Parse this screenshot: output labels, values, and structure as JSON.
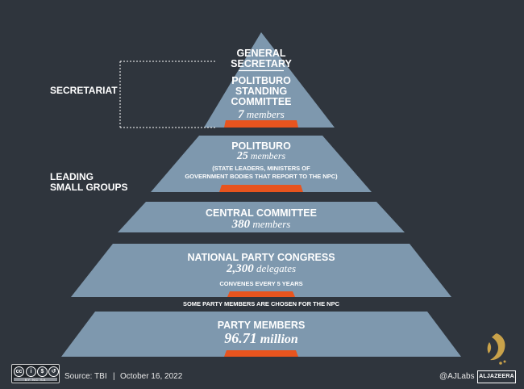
{
  "diagram": {
    "tiers": [
      {
        "title": "GENERAL SECRETARY"
      },
      {
        "title": "POLITBURO STANDING COMMITTEE",
        "count": "7",
        "unit": "members"
      },
      {
        "title": "POLITBURO",
        "count": "25",
        "unit": "members",
        "note_line1": "(STATE LEADERS, MINISTERS OF",
        "note_line2": "GOVERNMENT BODIES THAT REPORT TO THE NPC)"
      },
      {
        "title": "CENTRAL COMMITTEE",
        "count": "380",
        "unit": "members"
      },
      {
        "title": "NATIONAL PARTY CONGRESS",
        "count": "2,300",
        "unit": "delegates",
        "note": "CONVENES EVERY 5 YEARS"
      },
      {
        "title": "PARTY MEMBERS",
        "count": "96.71",
        "unit": "million"
      }
    ],
    "gs_line1": "GENERAL",
    "gs_line2": "SECRETARY",
    "psc_line1": "POLITBURO",
    "psc_line2": "STANDING",
    "psc_line3": "COMMITTEE",
    "npc_caption": "SOME PARTY MEMBERS ARE CHOSEN FOR THE NPC",
    "side_labels": {
      "secretariat": "SECRETARIAT",
      "leading_line1": "LEADING",
      "leading_line2": "SMALL GROUPS"
    }
  },
  "footer": {
    "license_text": "BY NC SA",
    "source": "Source: TBI",
    "separator": "|",
    "date": "October 16, 2022",
    "handle": "@AJLabs",
    "brand": "ALJAZEERA"
  },
  "colors": {
    "background": "#2f353d",
    "tier_fill": "#7e98ae",
    "accent": "#e8541e"
  }
}
